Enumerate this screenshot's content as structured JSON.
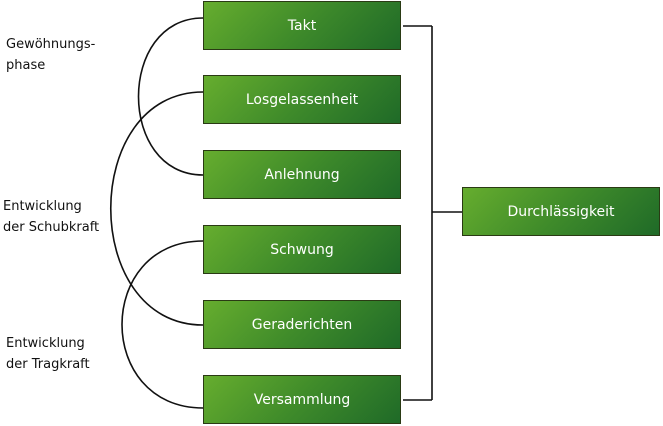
{
  "boxes": [
    "Takt",
    "Losgelassenheit",
    "Anlehnung",
    "Schwung",
    "Geraderichten",
    "Versammlung"
  ],
  "result_box": "Durchlässigkeit",
  "phase_labels": [
    {
      "line1": "Gewöhnungs-",
      "line2": "phase"
    },
    {
      "line1": "Entwicklung",
      "line2": "der Schubkraft"
    },
    {
      "line1": "Entwicklung",
      "line2": "der Tragkraft"
    }
  ],
  "colors": {
    "box_light": "#66ad2e",
    "box_dark": "#1f6a28",
    "line": "#111111"
  }
}
